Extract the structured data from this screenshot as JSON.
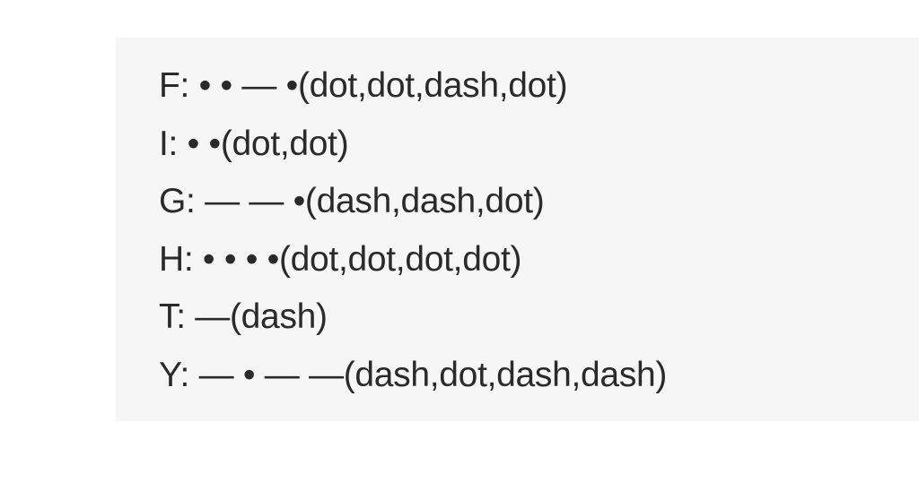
{
  "lines": [
    {
      "text": "F: • • — •(dot,dot,dash,dot)"
    },
    {
      "text": "I: •  •(dot,dot)"
    },
    {
      "text": "G: — — •(dash,dash,dot)"
    },
    {
      "text": "H: • • • •(dot,dot,dot,dot)"
    },
    {
      "text": "T: —(dash)"
    },
    {
      "text": "Y: — • — —(dash,dot,dash,dash)"
    }
  ]
}
